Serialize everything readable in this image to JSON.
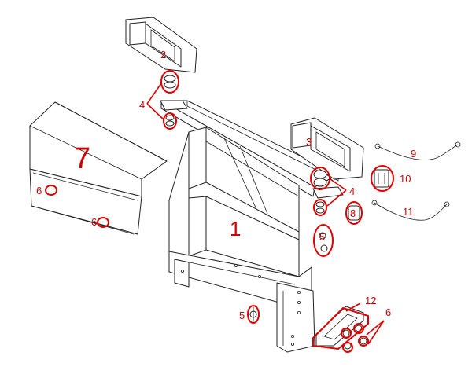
{
  "callouts": {
    "c1": "1",
    "c2": "2",
    "c3": "3",
    "c4a": "4",
    "c4b": "4",
    "c5a": "5",
    "c5b": "5",
    "c6a": "6",
    "c6b": "6",
    "c6c": "6",
    "c7": "7",
    "c8": "8",
    "c9": "9",
    "c10": "10",
    "c11": "11",
    "c12": "12"
  },
  "colors": {
    "callout": "#d00000",
    "line": "#222222",
    "background": "#ffffff"
  }
}
